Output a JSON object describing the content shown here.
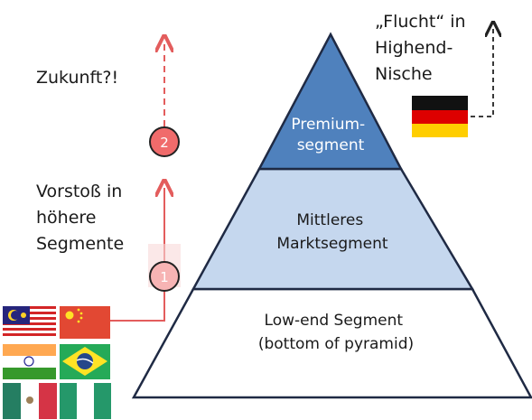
{
  "colors": {
    "premium": "#4f81bd",
    "middle": "#c5d7ee",
    "low": "#ffffff",
    "outline": "#1f2a44",
    "path_red": "#e35d5d",
    "step_circle": "#f06b6b",
    "step_circle_faded": "#f7b4b4"
  },
  "pyramid": {
    "premium": [
      "Premium-",
      "segment"
    ],
    "middle": [
      "Mittleres",
      "Marktsegment"
    ],
    "low": [
      "Low-end Segment",
      "(bottom of pyramid)"
    ]
  },
  "annotations": {
    "flucht": [
      "„Flucht“ in",
      "Highend-",
      "Nische"
    ],
    "zukunft": "Zukunft?!",
    "vorstoss": [
      "Vorstoß in",
      "höhere",
      "Segmente"
    ]
  },
  "steps": [
    "1",
    "2"
  ],
  "flags": {
    "germany": "germany-flag",
    "emerging": [
      "malaysia-flag",
      "china-flag",
      "india-flag",
      "brazil-flag",
      "mexico-flag",
      "nigeria-flag"
    ]
  }
}
